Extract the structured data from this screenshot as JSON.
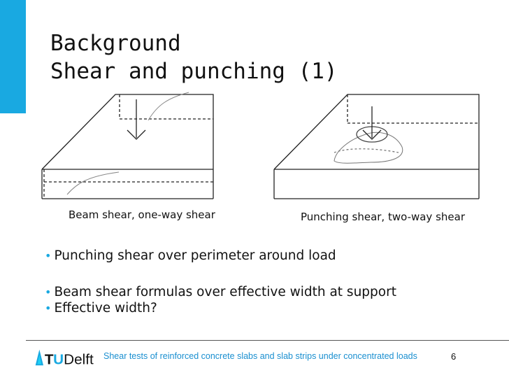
{
  "slide": {
    "title_line1": "Background",
    "title_line2": "Shear and punching (1)",
    "caption_left": "Beam shear, one-way shear",
    "caption_right": "Punching shear, two-way shear",
    "bullets": [
      "Punching shear over perimeter around load",
      "Beam shear formulas over effective width at support",
      "Effective width?"
    ],
    "footer_text": "Shear tests of reinforced concrete slabs and slab strips under concentrated loads",
    "page_number": "6",
    "logo_text_t": "T",
    "logo_text_u": "U",
    "logo_text_delft": "Delft"
  },
  "colors": {
    "accent": "#19a9e1",
    "footer_text": "#1a8fd0"
  }
}
